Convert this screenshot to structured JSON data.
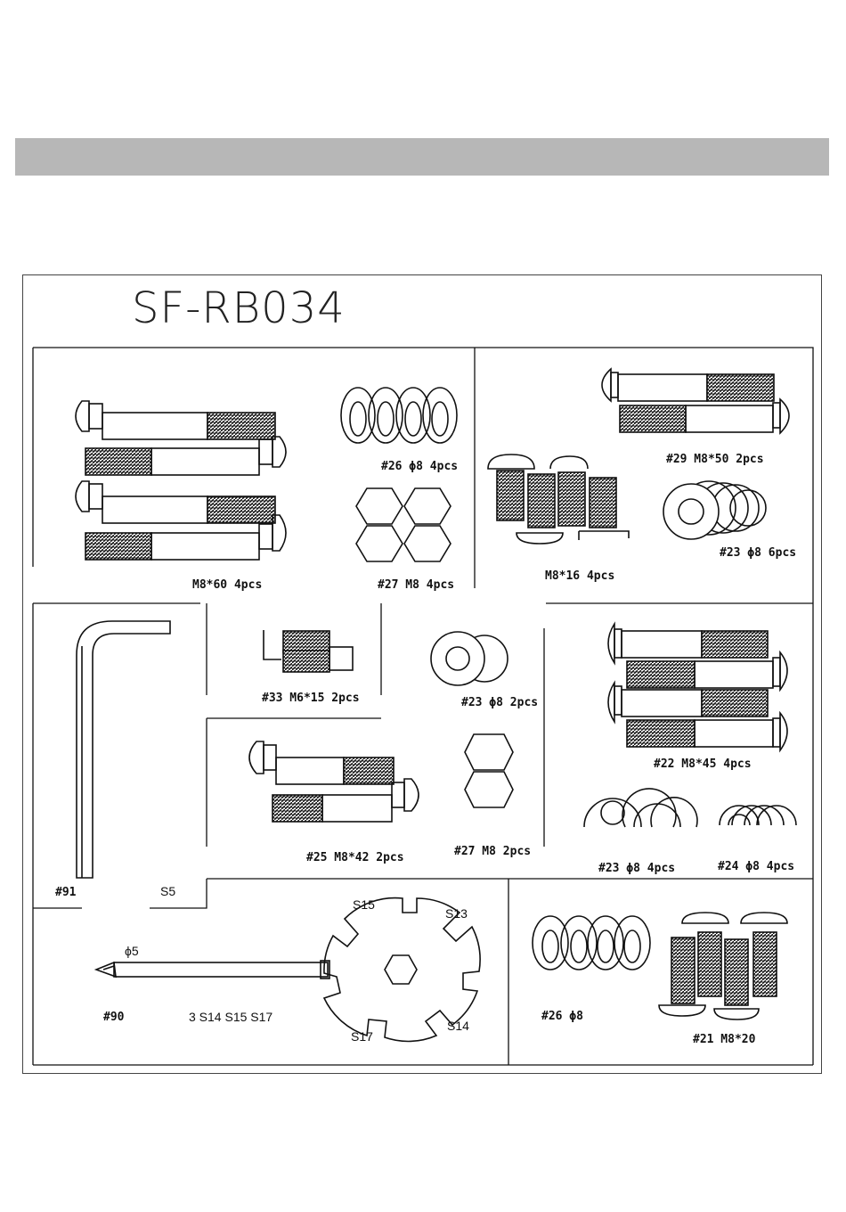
{
  "model": "SF-RB034",
  "parts": [
    {
      "id": "carriage-60",
      "label": "M8*60   4pcs"
    },
    {
      "id": "washer-26-top",
      "label": "#26 ϕ8  4pcs"
    },
    {
      "id": "nut-27-top",
      "label": "#27  M8  4pcs"
    },
    {
      "id": "bolt-29",
      "label": "#29  M8*50  2pcs"
    },
    {
      "id": "screw-16",
      "label": "M8*16  4pcs"
    },
    {
      "id": "washer-23-six",
      "label": "#23  ϕ8  6pcs"
    },
    {
      "id": "bolt-33",
      "label": "#33  M6*15  2pcs"
    },
    {
      "id": "washer-23-two",
      "label": "#23  ϕ8  2pcs"
    },
    {
      "id": "bolt-25",
      "label": "#25  M8*42  2pcs"
    },
    {
      "id": "nut-27-mid",
      "label": "#27  M8  2pcs"
    },
    {
      "id": "bolt-22",
      "label": "#22  M8*45  4pcs"
    },
    {
      "id": "washer-23-four",
      "label": "#23  ϕ8  4pcs"
    },
    {
      "id": "washer-24",
      "label": "#24  ϕ8  4pcs"
    },
    {
      "id": "wrench-91",
      "label": "#91"
    },
    {
      "id": "wrench-90",
      "label": "#90"
    },
    {
      "id": "washer-26-bottom",
      "label": "#26  ϕ8"
    },
    {
      "id": "screw-21",
      "label": "#21  M8*20"
    }
  ],
  "tools": {
    "hex_key_size": "S5",
    "screwdriver_size": "ϕ5",
    "spanner_sizes_caption": "3   S14   S15   S17",
    "spanner_slots": [
      "S15",
      "S13",
      "S14",
      "S17"
    ]
  }
}
